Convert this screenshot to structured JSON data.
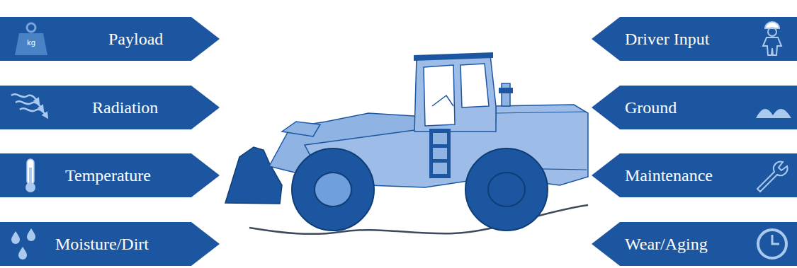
{
  "diagram": {
    "nodes": [
      {
        "text": [
          "Payload"
        ]
      },
      {
        "text": [
          "Radiation"
        ]
      },
      {
        "text": [
          "Temperature"
        ]
      },
      {
        "text": [
          "Moisture/Dirt"
        ]
      },
      {
        "text": [
          "Driver Input"
        ]
      },
      {
        "text": [
          "Ground"
        ]
      },
      {
        "text": [
          "Maintenance"
        ]
      },
      {
        "text": [
          "Wear/Aging"
        ]
      }
    ],
    "labels": [
      "kg"
    ]
  }
}
